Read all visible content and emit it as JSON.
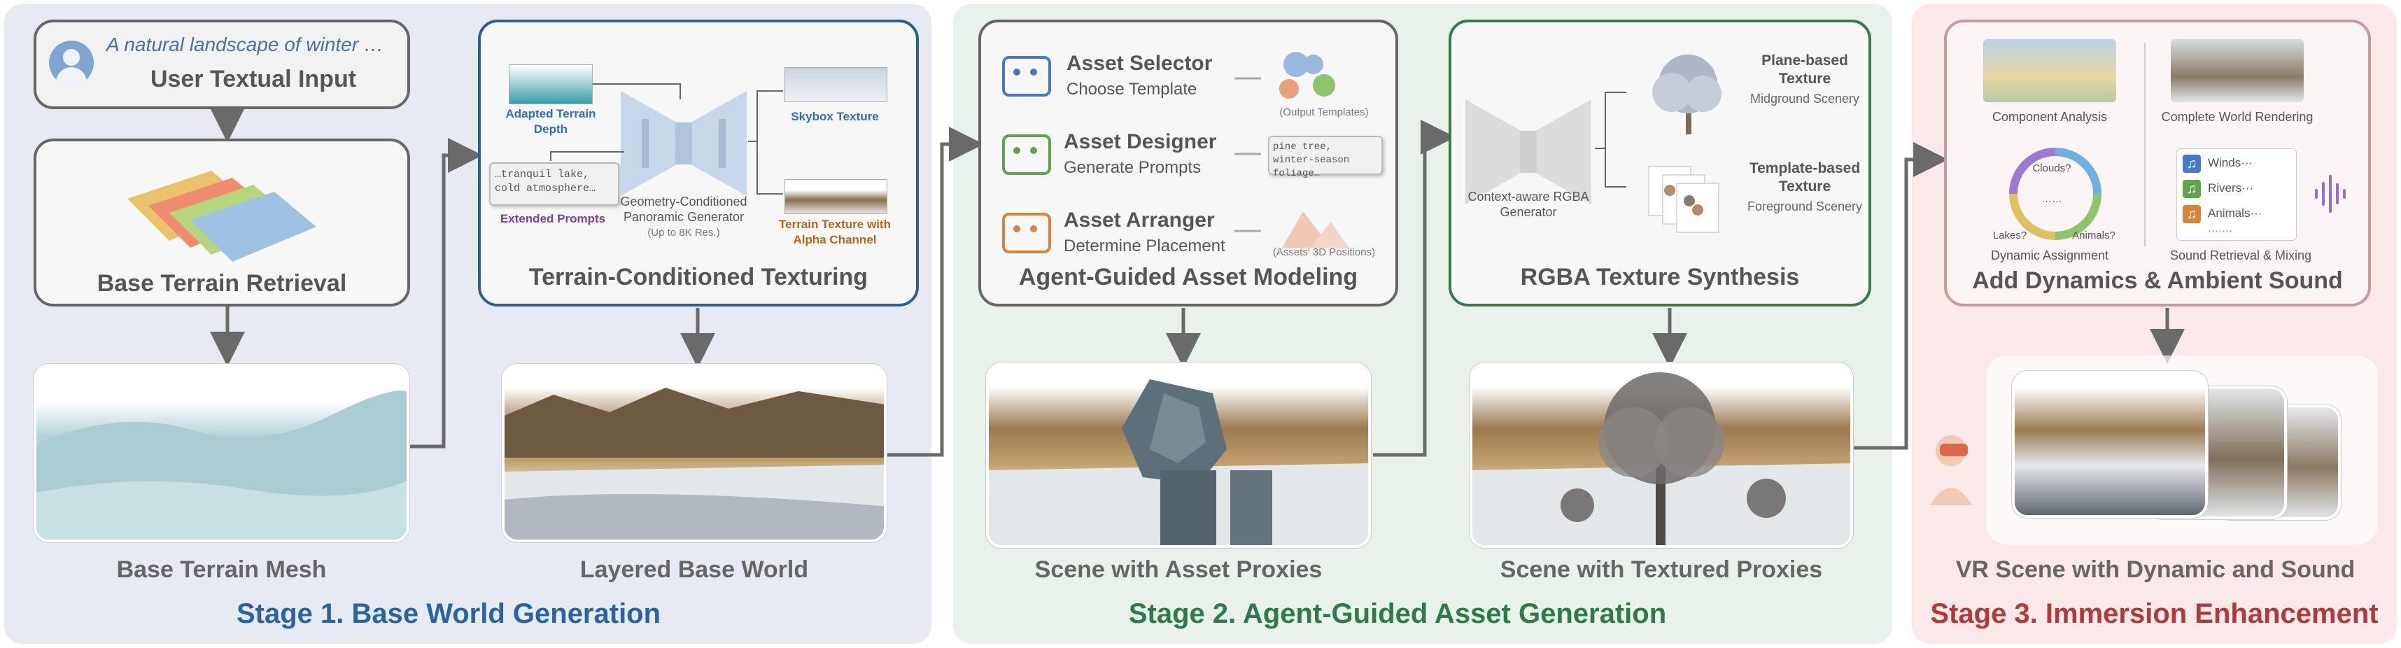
{
  "stage1": {
    "label": "Stage 1. Base World Generation",
    "user_input": {
      "prompt": "A natural landscape of winter …",
      "title": "User Textual Input"
    },
    "base_terrain_retrieval": "Base Terrain Retrieval",
    "base_terrain_mesh": "Base Terrain Mesh",
    "texturing": {
      "title": "Terrain-Conditioned Texturing",
      "adapted_depth": "Adapted Terrain Depth",
      "extended_prompts_text": "…tranquil lake, cold atmosphere…",
      "extended_prompts": "Extended Prompts",
      "generator": "Geometry-Conditioned Panoramic Generator",
      "generator_note": "(Up to 8K Res.)",
      "skybox": "Skybox Texture",
      "terrain_texture": "Terrain Texture with Alpha Channel"
    },
    "layered_base_world": "Layered Base World"
  },
  "stage2": {
    "label": "Stage 2. Agent-Guided Asset Generation",
    "agents": [
      {
        "name": "Asset Selector",
        "task": "Choose Template",
        "output": "(Output Templates)"
      },
      {
        "name": "Asset Designer",
        "task": "Generate Prompts",
        "output": "pine tree, winter-season foliage…"
      },
      {
        "name": "Asset Arranger",
        "task": "Determine Placement",
        "output": "(Assets' 3D Positions)"
      }
    ],
    "modeling_title": "Agent-Guided Asset Modeling",
    "rgba": {
      "title": "RGBA Texture Synthesis",
      "generator": "Context-aware RGBA Generator",
      "plane": "Plane-based Texture",
      "plane_sub": "Midground Scenery",
      "template": "Template-based Texture",
      "template_sub": "Foreground Scenery"
    },
    "scene_proxies": "Scene with Asset Proxies",
    "scene_textured": "Scene with Textured Proxies"
  },
  "stage3": {
    "label": "Stage 3. Immersion Enhancement",
    "component_analysis": "Component Analysis",
    "complete_rendering": "Complete World Rendering",
    "clouds": "Clouds?",
    "dots": "……",
    "lakes": "Lakes?",
    "animals": "Animals?",
    "dynamic_assignment": "Dynamic Assignment",
    "sounds": [
      "Winds···",
      "Rivers···",
      "Animals···",
      "·······"
    ],
    "sound_retrieval": "Sound Retrieval & Mixing",
    "title": "Add Dynamics & Ambient Sound",
    "vr_scene": "VR Scene with Dynamic and Sound"
  },
  "colors": {
    "stage1": "#2a64a0",
    "stage2": "#2e7a48",
    "stage3": "#b03a3a",
    "purple": "#7a3fa0",
    "blue_label": "#2f6fb0",
    "orange_label": "#b5651d"
  }
}
